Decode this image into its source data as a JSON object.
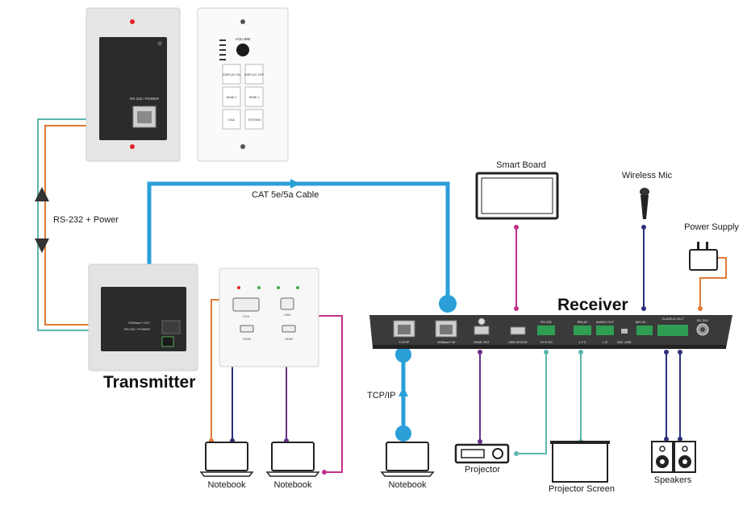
{
  "labels": {
    "transmitter": "Transmitter",
    "receiver": "Receiver",
    "cat_cable": "CAT 5e/5a Cable",
    "rs232_power": "RS-232 + Power",
    "tcpip": "TCP/IP",
    "smart_board": "Smart Board",
    "wireless_mic": "Wireless Mic",
    "power_supply": "Power Supply",
    "projector": "Projector",
    "projector_screen": "Projector Screen",
    "speakers": "Speakers",
    "notebook_1": "Notebook",
    "notebook_2": "Notebook",
    "notebook_3": "Notebook"
  },
  "keypad": {
    "volume": "VOLUME",
    "buttons": [
      "DISPLAY ON",
      "DISPLAY OFF",
      "HDMI 1",
      "HDMI 2",
      "VGA",
      "SYSTEM"
    ]
  },
  "panel_labels": {
    "rs232_power_port": "RS-232 / POWER",
    "hdbaset_out": "HDBaseT OUT",
    "rs232_power_small": "RS-232 / POWER",
    "hdmi": "HDMI",
    "vga": "VGA",
    "usb": "USB"
  },
  "receiver_ports": {
    "tcpip": "TCP/IP",
    "hdbaset_in": "HDBaseT IN",
    "hdmi_out": "HDMI OUT",
    "usb_device": "USB DEVICE",
    "rs232": "RS-232",
    "rs232_pins": "TX R RX",
    "relay": "RELAY",
    "relay_pins": "1 2 C",
    "audio_out": "AUDIO OUT",
    "audio_pins": "L R",
    "mic_in": "MIC IN",
    "mic_line": "MIC LINE",
    "speakers_port": "CLASS-D OUT",
    "dc": "DC 24V"
  },
  "colors": {
    "cable_blue": "#2a9fd8",
    "orange": "#e07a35",
    "teal": "#5bb5ad",
    "navy": "#2c2f7a",
    "magenta": "#c0308a",
    "purple": "#6a2e8a",
    "device_dark": "#2b2b2b",
    "plate_gray": "#e3e3e3"
  }
}
